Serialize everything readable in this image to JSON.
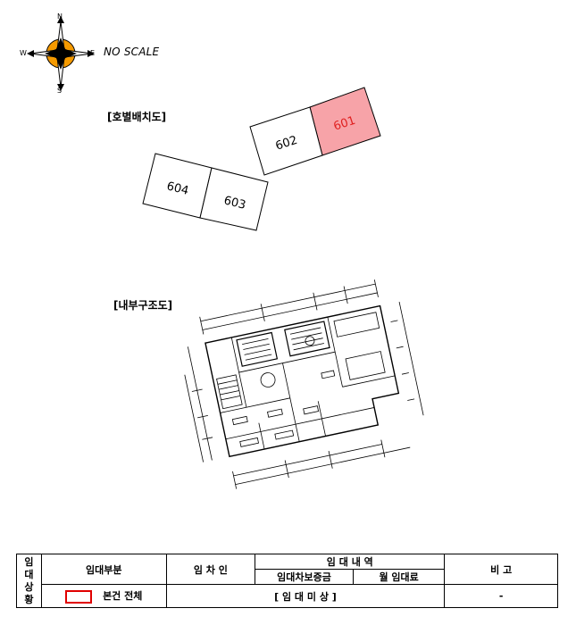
{
  "compass": {
    "north": "N",
    "south": "S",
    "east": "E",
    "west": "W",
    "scale_note": "NO SCALE"
  },
  "unit_plan": {
    "title": "[호별배치도]",
    "units": [
      {
        "label": "601",
        "highlighted": true
      },
      {
        "label": "602",
        "highlighted": false
      },
      {
        "label": "603",
        "highlighted": false
      },
      {
        "label": "604",
        "highlighted": false
      }
    ],
    "highlight_fill": "#f7a3a8",
    "highlight_text": "#e02020"
  },
  "floor_plan": {
    "title": "[내부구조도]"
  },
  "lease_table": {
    "side_label": [
      "임",
      "대",
      "상",
      "황"
    ],
    "headers": {
      "leased_part": "임대부분",
      "tenant": "임 차 인",
      "lease_details": "임 대 내 역",
      "deposit": "임대차보증금",
      "monthly_rent": "월 임대료",
      "remarks": "비          고"
    },
    "row": {
      "leased_part": "본건 전체",
      "tenant_status": "[  임    대    미    상  ]",
      "remarks": "-"
    },
    "legend_color": "#e00000"
  }
}
